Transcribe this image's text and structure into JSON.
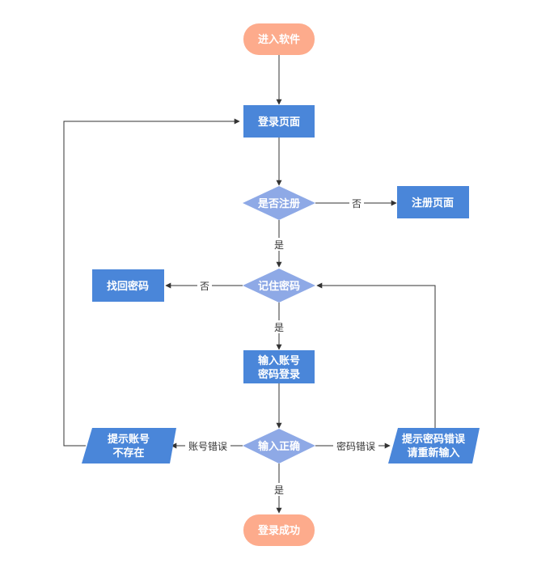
{
  "colors": {
    "terminal": "#FDAB8C",
    "process": "#4A86D9",
    "decision": "#8EA9E6",
    "io": "#4A86D9",
    "line": "#333333",
    "text": "#FFFFFF"
  },
  "nodes": {
    "start": "进入软件",
    "login_page": "登录页面",
    "is_registered": "是否注册",
    "register_page": "注册页面",
    "remember_password": "记住密码",
    "recover_password": "找回密码",
    "enter_credentials": [
      "输入账号",
      "密码登录"
    ],
    "input_correct": "输入正确",
    "account_error_prompt": [
      "提示账号",
      "不存在"
    ],
    "password_error_prompt": [
      "提示密码错误",
      "请重新输入"
    ],
    "login_success": "登录成功"
  },
  "edges": {
    "not_registered": "否",
    "registered_yes": "是",
    "not_remembered": "否",
    "remembered_yes": "是",
    "account_error": "账号错误",
    "password_error": "密码错误",
    "correct_yes": "是"
  }
}
